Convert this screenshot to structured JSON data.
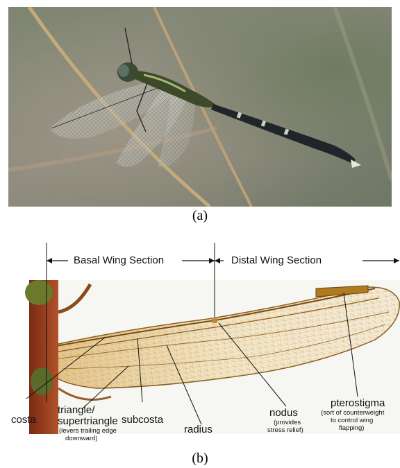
{
  "panel_a": {
    "caption": "(a)"
  },
  "panel_b": {
    "caption": "(b)",
    "sections": {
      "basal": "Basal Wing Section",
      "distal": "Distal Wing Section"
    },
    "labels": {
      "costa": "costa",
      "triangle": "triangle/",
      "supertriangle": "supertriangle",
      "triangle_note_1": "(levers trailing edge",
      "triangle_note_2": "downward)",
      "subcosta": "subcosta",
      "radius": "radius",
      "nodus": "nodus",
      "nodus_note_1": "(provides",
      "nodus_note_2": "stress relief)",
      "pterostigma": "pterostigma",
      "ptero_note_1": "(sort of counterweight",
      "ptero_note_2": "to control wing",
      "ptero_note_3": "flapping)"
    }
  }
}
